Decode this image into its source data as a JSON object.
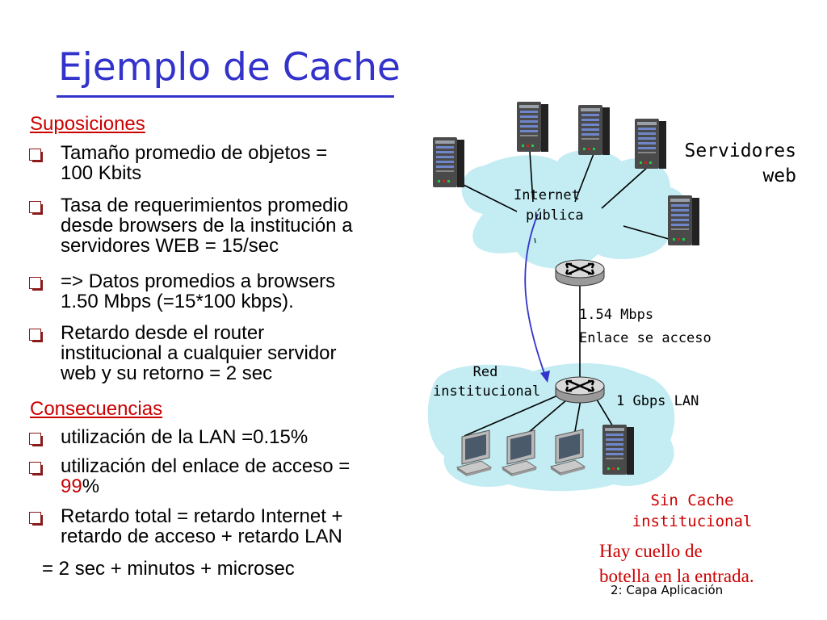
{
  "title": "Ejemplo de Cache",
  "suposiciones": {
    "heading": "Suposiciones",
    "items": [
      {
        "l1": "Tamaño promedio de objetos =",
        "l2": "100 Kbits"
      },
      {
        "l1": "Tasa de requerimientos promedio",
        "l2": "desde browsers de la institución a",
        "l3": "servidores WEB = 15/sec"
      },
      {
        "l1": "=> Datos promedios a browsers",
        "l2": "1.50 Mbps (=15*100 kbps)."
      },
      {
        "l1": "Retardo desde el router",
        "l2": "institucional a cualquier servidor",
        "l3": "web y su retorno = 2 sec"
      }
    ]
  },
  "consecuencias": {
    "heading": "Consecuencias",
    "items": [
      {
        "l1": "utilización de la LAN =0.15%"
      },
      {
        "l1": "utilización del enlace de acceso =",
        "l2_red": "99",
        "l2_rest": "%"
      },
      {
        "l1": "Retardo total = retardo Internet +",
        "l2": "retardo de acceso + retardo LAN"
      }
    ],
    "total": "=  2 sec + minutos + microsec"
  },
  "diagram": {
    "servers_label_1": "Servidores",
    "servers_label_2": "web",
    "internet_label_1": "Internet",
    "internet_label_2": "pública",
    "link_label_1": "1.54 Mbps",
    "link_label_2": "Enlace se acceso",
    "red_label_1": "Red",
    "red_label_2": "institucional",
    "lan_label": "1 Gbps LAN",
    "sin_cache_1": "Sin Cache",
    "sin_cache_2": "institucional",
    "note_1": "Hay cuello de",
    "note_2": "botella en la entrada.",
    "colors": {
      "cloud": "#c3ecf3",
      "title": "#3333cc",
      "accent": "#cc0000",
      "arrow": "#3333cc"
    }
  },
  "footer": "2: Capa Aplicación"
}
